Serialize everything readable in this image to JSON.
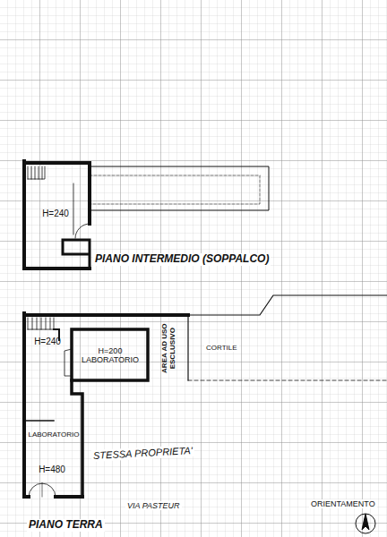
{
  "diagram": {
    "nodes": [
      {
        "text": [
          "H=240"
        ]
      },
      {
        "text": [
          "H=200",
          "LABORATORIO"
        ]
      },
      {
        "text": [
          "AREA AD USO ESCLUSIVO"
        ]
      },
      {
        "text": [
          "H=240"
        ]
      },
      {
        "text": [
          "LABORATORIO"
        ]
      },
      {
        "text": [
          "H=480"
        ]
      }
    ],
    "labels": [
      "PIANO INTERMEDIO (SOPPALCO)",
      "CORTILE",
      "STESSA PROPRIETA'",
      "VIA PASTEUR",
      "PIANO TERRA",
      "ORIENTAMENTO"
    ]
  }
}
